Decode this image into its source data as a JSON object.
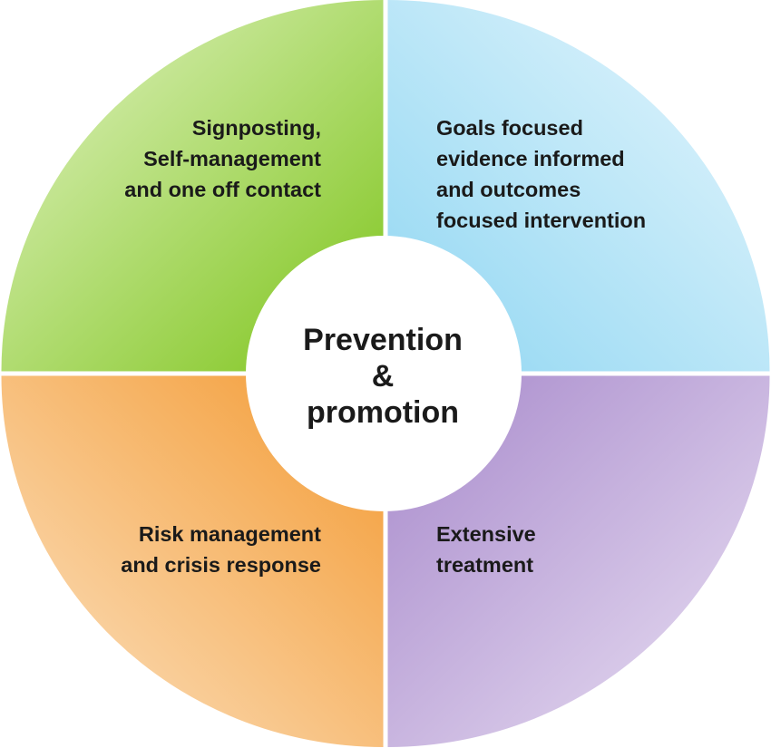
{
  "quadrants": {
    "top_left": {
      "lines": [
        "Signposting,",
        "Self-management",
        "and one off contact"
      ],
      "color_dark": "#7dc41a",
      "color_light": "#e4f4c8"
    },
    "top_right": {
      "lines": [
        "Goals focused",
        "evidence informed",
        "and outcomes",
        "focused intervention"
      ],
      "color_dark": "#8fd6f2",
      "color_light": "#e8f7fd"
    },
    "bottom_left": {
      "lines": [
        "Risk management",
        "and crisis response"
      ],
      "color_dark": "#f39a32",
      "color_light": "#fce4c6"
    },
    "bottom_right": {
      "lines": [
        "Extensive",
        "treatment"
      ],
      "color_dark": "#a789cb",
      "color_light": "#ebe2f4"
    }
  },
  "center": {
    "lines": [
      "Prevention",
      "&",
      "promotion"
    ],
    "color": "#ffffff"
  }
}
